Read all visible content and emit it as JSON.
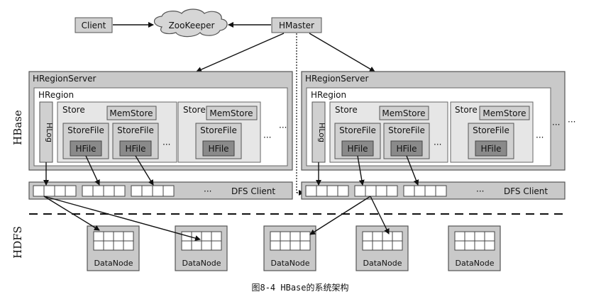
{
  "top": {
    "client": "Client",
    "zookeeper": "ZooKeeper",
    "hmaster": "HMaster"
  },
  "servers": [
    {
      "title": "HRegionServer",
      "region": "HRegion",
      "hlog": "HLog",
      "stores": [
        {
          "title": "Store",
          "memstore": "MemStore",
          "storefiles": [
            "StoreFile",
            "StoreFile"
          ],
          "hfile": "HFile"
        },
        {
          "title": "Store",
          "memstore": "MemStore",
          "storefiles": [
            "StoreFile"
          ],
          "hfile": "HFile"
        }
      ],
      "dfs": "DFS Client"
    },
    {
      "title": "HRegionServer",
      "region": "HRegion",
      "hlog": "HLog",
      "stores": [
        {
          "title": "Store",
          "memstore": "MemStore",
          "storefiles": [
            "StoreFile",
            "StoreFile"
          ],
          "hfile": "HFile"
        },
        {
          "title": "Store",
          "memstore": "MemStore",
          "storefiles": [
            "StoreFile"
          ],
          "hfile": "HFile"
        }
      ],
      "dfs": "DFS Client"
    }
  ],
  "ellipsis": "···",
  "side_labels": {
    "hbase": "HBase",
    "hdfs": "HDFS"
  },
  "datanodes": [
    "DataNode",
    "DataNode",
    "DataNode",
    "DataNode",
    "DataNode"
  ],
  "caption": "图8-4  HBase的系统架构"
}
